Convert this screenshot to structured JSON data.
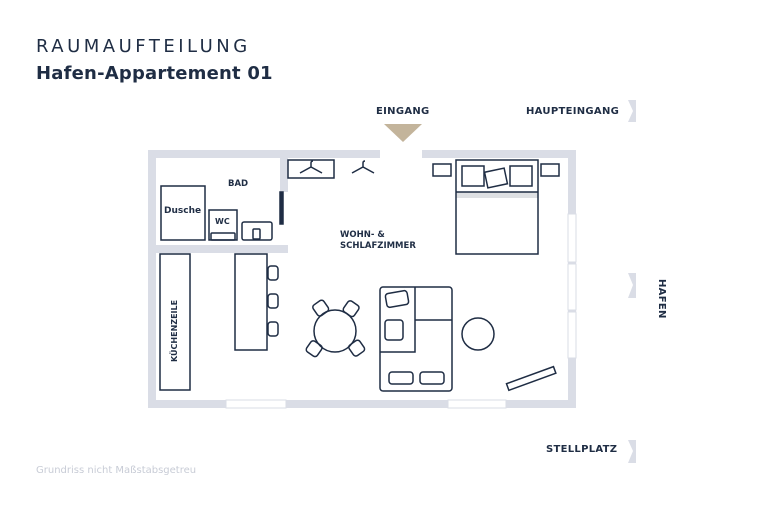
{
  "header": {
    "title": "RAUMAUFTEILUNG",
    "subtitle": "Hafen-Appartement 01"
  },
  "directions": {
    "entrance": "EINGANG",
    "main_entrance": "HAUPTEINGANG",
    "harbor": "HAFEN",
    "parking": "STELLPLATZ"
  },
  "rooms": {
    "bath": "BAD",
    "shower": "Dusche",
    "wc": "WC",
    "living_line1": "WOHN- &",
    "living_line2": "SCHLAFZIMMER",
    "kitchen": "KÜCHENZEILE"
  },
  "footer": {
    "note": "Grundriss nicht Maßstabsgetreu"
  },
  "colors": {
    "wall": "#dadde6",
    "ink": "#1f2d44",
    "accent": "#c3b49b"
  }
}
